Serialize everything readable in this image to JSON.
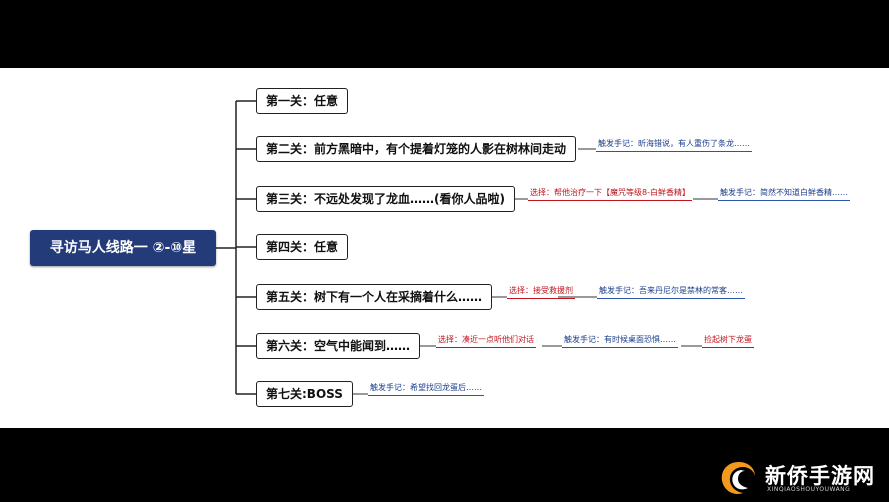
{
  "root": {
    "label": "寻访马人线路一 ②-⑩星"
  },
  "stages": [
    {
      "label": "第一关：任意"
    },
    {
      "label": "第二关：前方黑暗中，有个提着灯笼的人影在树林间走动"
    },
    {
      "label": "第三关：不远处发现了龙血……(看你人品啦)"
    },
    {
      "label": "第四关：任意"
    },
    {
      "label": "第五关：树下有一个人在采摘着什么……"
    },
    {
      "label": "第六关：空气中能闻到……"
    },
    {
      "label": "第七关:BOSS"
    }
  ],
  "notes": {
    "s2_trigger": "触发手记：昕海错说，有人重伤了条龙……",
    "s3_choice": "选择：帮他治疗一下【魔咒等级8-白鲜香精】",
    "s3_trigger": "触发手记：简然不知道白鲜香精……",
    "s5_choice": "选择：接受救援剂",
    "s5_trigger": "触发手记：吾来丹尼尔是禁林的常客……",
    "s6_choice": "选择：凑近一点听他们对话",
    "s6_trigger": "触发手记：有时候桌面恐惧……",
    "s6_action": "捡起树下龙蛋",
    "s7_trigger": "触发手记：希望找回龙蛋后……"
  },
  "watermark": {
    "name": "新侨手游网",
    "sub": "XINQIAOSHOUYOUWANG"
  },
  "colors": {
    "root_bg": "#243b7a",
    "choice": "#c0141e",
    "trigger": "#1d3f8c",
    "logo_accent": "#f39a1e"
  }
}
